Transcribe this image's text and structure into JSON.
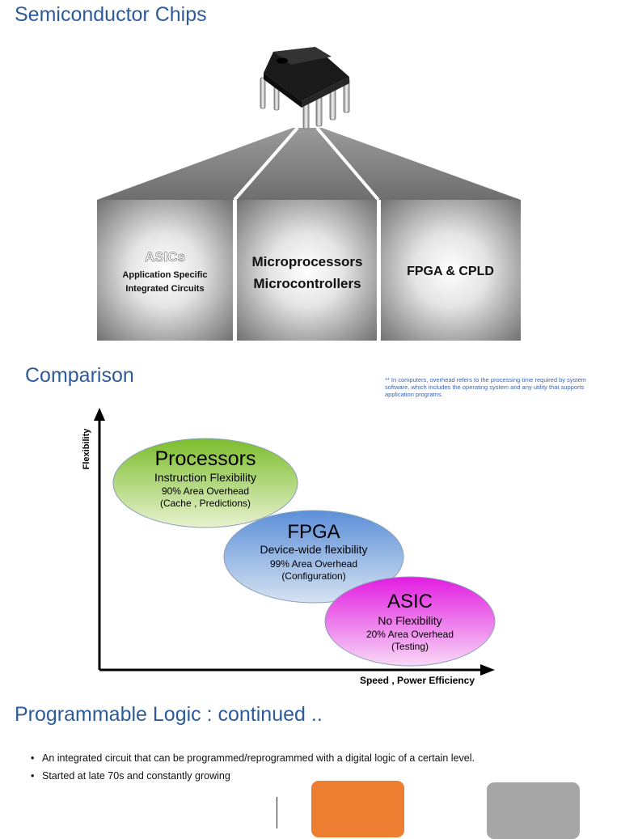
{
  "slides": {
    "chips": {
      "title": "Semiconductor Chips",
      "boxes": [
        {
          "title": "ASICs",
          "subtitle_lines": [
            "Application Specific",
            "Integrated Circuits"
          ]
        },
        {
          "title_lines": [
            "Microprocessors",
            "Microcontrollers"
          ]
        },
        {
          "title": "FPGA & CPLD"
        }
      ]
    },
    "comparison": {
      "title": "Comparison",
      "note": "** In computers, overhead refers to the processing time required by system software, which includes the operating system and any utility that supports application programs.",
      "axes": {
        "y_label": "Flexibility",
        "x_label": "Speed , Power Efficiency"
      },
      "bubbles": [
        {
          "name": "Processors",
          "line1": "Instruction Flexibility",
          "line2": "90% Area Overhead",
          "line3": "(Cache , Predictions)",
          "color_top": "#7bbd2c",
          "color_bottom": "#e8f2cf"
        },
        {
          "name": "FPGA",
          "line1": "Device-wide flexibility",
          "line2": "99% Area Overhead",
          "line3": "(Configuration)",
          "color_top": "#5b8fd8",
          "color_bottom": "#d6e2f2"
        },
        {
          "name": "ASIC",
          "line1": "No Flexibility",
          "line2": "20% Area Overhead",
          "line3": "(Testing)",
          "color_top": "#e21ce0",
          "color_bottom": "#f8d8f6"
        }
      ]
    },
    "programmable": {
      "title": "Programmable Logic : continued ..",
      "bullets": [
        "An integrated circuit that can be programmed/reprogrammed with a digital logic of a certain level.",
        "Started at late 70s and constantly growing"
      ],
      "block_colors": [
        "#ed7d31",
        "#a6a6a6"
      ]
    }
  }
}
